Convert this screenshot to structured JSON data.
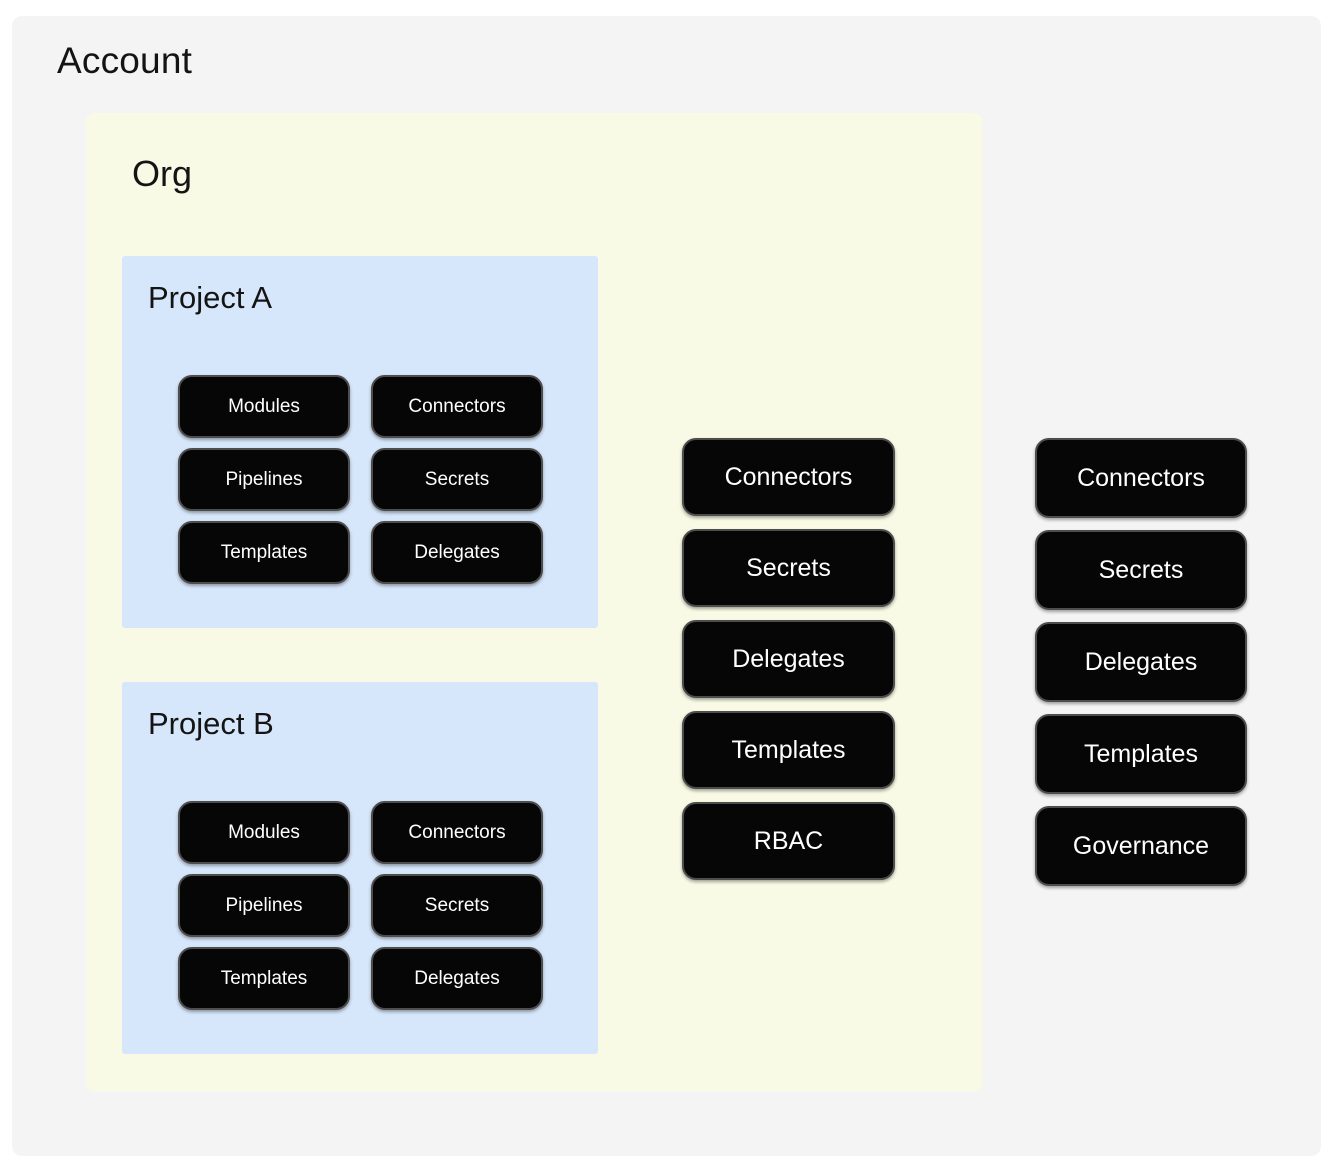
{
  "colors": {
    "page_background": "#ffffff",
    "account_background": "#f4f4f4",
    "org_background": "#f8fae5",
    "project_background": "#d7e7fb",
    "pill_background": "#060606",
    "pill_border": "#4d4d4d",
    "pill_text": "#ffffff",
    "title_text": "#141414"
  },
  "account": {
    "title": "Account",
    "org": {
      "title": "Org",
      "projects": [
        {
          "title": "Project A",
          "pills": [
            "Modules",
            "Connectors",
            "Pipelines",
            "Secrets",
            "Templates",
            "Delegates"
          ]
        },
        {
          "title": "Project B",
          "pills": [
            "Modules",
            "Connectors",
            "Pipelines",
            "Secrets",
            "Templates",
            "Delegates"
          ]
        }
      ],
      "pills": [
        "Connectors",
        "Secrets",
        "Delegates",
        "Templates",
        "RBAC"
      ]
    },
    "pills": [
      "Connectors",
      "Secrets",
      "Delegates",
      "Templates",
      "Governance"
    ]
  }
}
